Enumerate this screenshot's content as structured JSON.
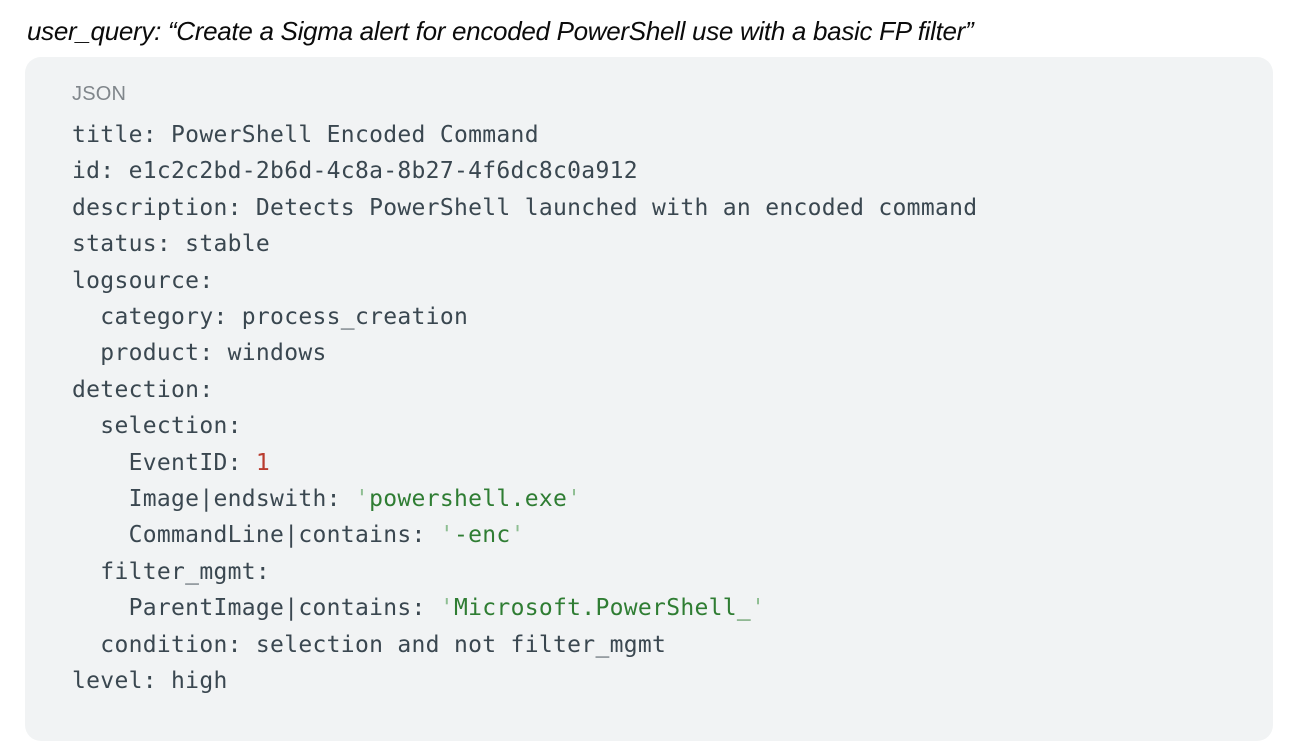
{
  "header": {
    "text": "user_query: “Create a Sigma alert for encoded PowerShell use with a basic FP filter”"
  },
  "code_block": {
    "language_label": "JSON",
    "colors": {
      "background": "#f1f3f4",
      "label": "#80868b",
      "default_text": "#3a4750",
      "number": "#b93b2e",
      "string": "#2f7d33",
      "quote": "#8ebe92"
    },
    "rule": {
      "title": "PowerShell Encoded Command",
      "id": "e1c2c2bd-2b6d-4c8a-8b27-4f6dc8c0a912",
      "description": "Detects PowerShell launched with an encoded command",
      "status": "stable",
      "logsource": {
        "category": "process_creation",
        "product": "windows"
      },
      "detection": {
        "selection": {
          "EventID": "1",
          "Image|endswith": "powershell.exe",
          "CommandLine|contains": "-enc"
        },
        "filter_mgmt": {
          "ParentImage|contains": "Microsoft.PowerShell_"
        },
        "condition": "selection and not filter_mgmt"
      },
      "level": "high"
    },
    "lines": [
      {
        "segments": [
          {
            "type": "plain",
            "text": "title: PowerShell Encoded Command"
          }
        ]
      },
      {
        "segments": [
          {
            "type": "plain",
            "text": "id: e1c2c2bd-2b6d-4c8a-8b27-4f6dc8c0a912"
          }
        ]
      },
      {
        "segments": [
          {
            "type": "plain",
            "text": "description: Detects PowerShell launched with an encoded command"
          }
        ]
      },
      {
        "segments": [
          {
            "type": "plain",
            "text": "status: stable"
          }
        ]
      },
      {
        "segments": [
          {
            "type": "plain",
            "text": "logsource:"
          }
        ]
      },
      {
        "segments": [
          {
            "type": "plain",
            "text": "  category: process_creation"
          }
        ]
      },
      {
        "segments": [
          {
            "type": "plain",
            "text": "  product: windows"
          }
        ]
      },
      {
        "segments": [
          {
            "type": "plain",
            "text": "detection:"
          }
        ]
      },
      {
        "segments": [
          {
            "type": "plain",
            "text": "  selection:"
          }
        ]
      },
      {
        "segments": [
          {
            "type": "plain",
            "text": "    EventID: "
          },
          {
            "type": "number",
            "text": "1"
          }
        ]
      },
      {
        "segments": [
          {
            "type": "plain",
            "text": "    Image|endswith: "
          },
          {
            "type": "quote",
            "text": "'"
          },
          {
            "type": "string",
            "text": "powershell.exe"
          },
          {
            "type": "quote",
            "text": "'"
          }
        ]
      },
      {
        "segments": [
          {
            "type": "plain",
            "text": "    CommandLine|contains: "
          },
          {
            "type": "quote",
            "text": "'"
          },
          {
            "type": "string",
            "text": "-enc"
          },
          {
            "type": "quote",
            "text": "'"
          }
        ]
      },
      {
        "segments": [
          {
            "type": "plain",
            "text": "  filter_mgmt:"
          }
        ]
      },
      {
        "segments": [
          {
            "type": "plain",
            "text": "    ParentImage|contains: "
          },
          {
            "type": "quote",
            "text": "'"
          },
          {
            "type": "string",
            "text": "Microsoft.PowerShell_"
          },
          {
            "type": "quote",
            "text": "'"
          }
        ]
      },
      {
        "segments": [
          {
            "type": "plain",
            "text": "  condition: selection and not filter_mgmt"
          }
        ]
      },
      {
        "segments": [
          {
            "type": "plain",
            "text": "level: high"
          }
        ]
      }
    ]
  }
}
